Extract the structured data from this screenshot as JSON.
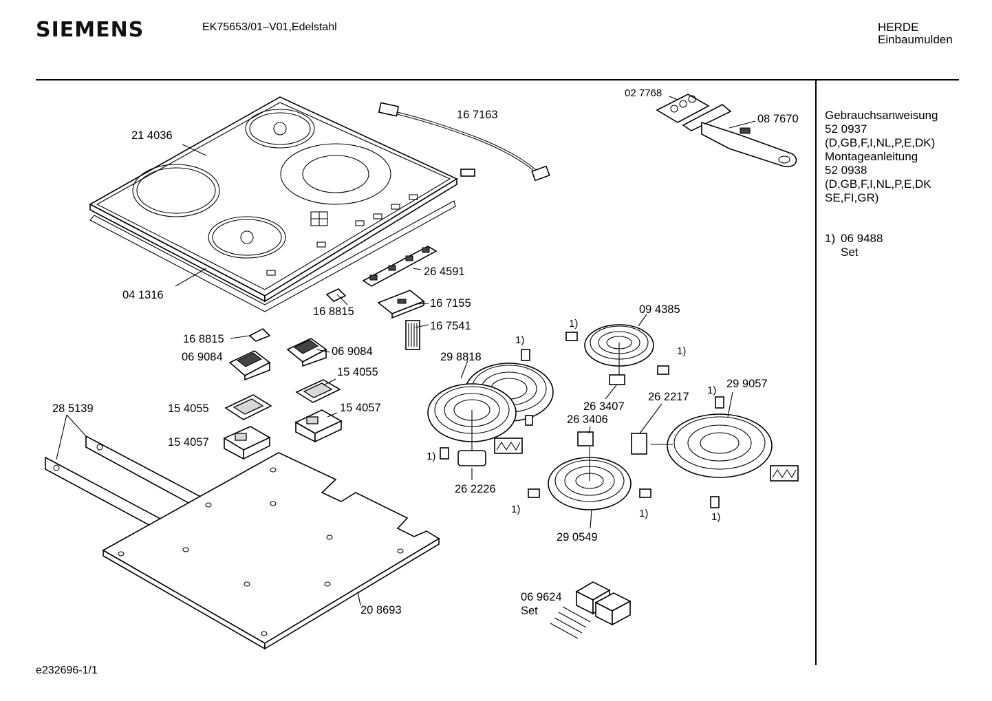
{
  "header": {
    "brand": "SIEMENS",
    "model": "EK75653/01–V01,Edelstahl",
    "category_line1": "HERDE",
    "category_line2": "Einbaumulden"
  },
  "sidebar": {
    "lines": [
      "Gebrauchsanweisung",
      "52 0937",
      "(D,GB,F,I,NL,P,E,DK)",
      "Montageanleitung",
      "52 0938",
      "(D,GB,F,I,NL,P,E,DK",
      "SE,FI,GR)"
    ],
    "note_number": "1)",
    "note_part": "06 9488",
    "note_text": "Set"
  },
  "footer": {
    "drawing_id": "e232696-1/1"
  },
  "parts": {
    "p214036": "21 4036",
    "p041316": "04 1316",
    "p167163": "16 7163",
    "p027768": "02 7768",
    "p087670": "08 7670",
    "p264591": "26 4591",
    "p167155": "16 7155",
    "p167541": "16 7541",
    "p168815a": "16 8815",
    "p168815b": "16 8815",
    "p069084a": "06 9084",
    "p069084b": "06 9084",
    "p154055a": "15 4055",
    "p154055b": "15 4055",
    "p154057a": "15 4057",
    "p154057b": "15 4057",
    "p285139": "28 5139",
    "p208693": "20 8693",
    "p298818": "29 8818",
    "p262226": "26 2226",
    "p094385": "09 4385",
    "p263407": "26 3407",
    "p263406": "26 3406",
    "p262217": "26 2217",
    "p299057": "29 9057",
    "p290549": "29 0549",
    "p069624": "06 9624",
    "set_label": "Set"
  },
  "footnote_marker": "1)"
}
